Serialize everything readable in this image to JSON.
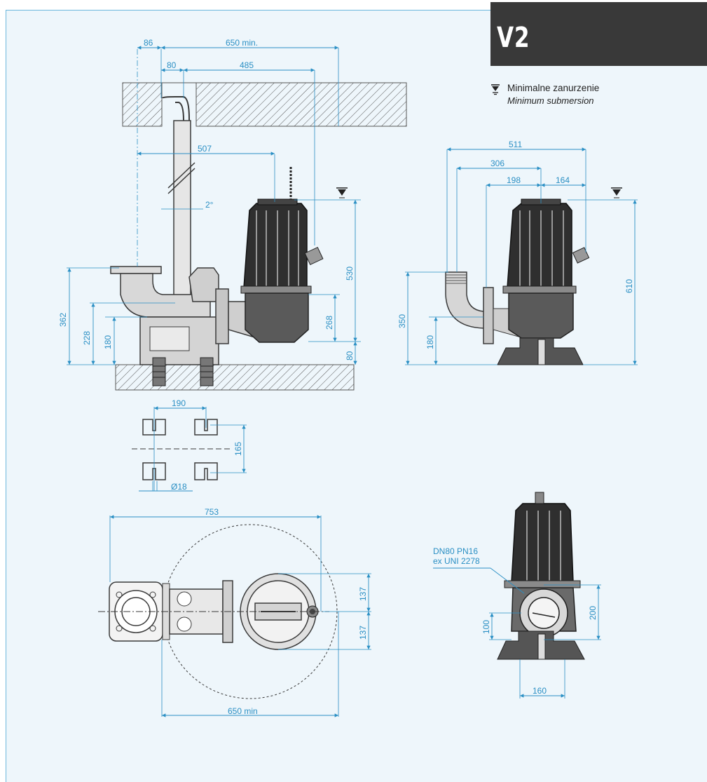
{
  "header": {
    "title": "V2"
  },
  "legend": {
    "symbol": "minimum-submersion-symbol",
    "label_pl": "Minimalne zanurzenie",
    "label_en": "Minimum submersion"
  },
  "side_view": {
    "dims": {
      "d86": "86",
      "d650min": "650 min.",
      "d80top": "80",
      "d485": "485",
      "d507": "507",
      "d2deg": "2°",
      "d530": "530",
      "d362": "362",
      "d228": "228",
      "d180": "180",
      "d268": "268",
      "d80bottom": "80"
    }
  },
  "front_view": {
    "dims": {
      "d511": "511",
      "d306": "306",
      "d198": "198",
      "d164": "164",
      "d610": "610",
      "d350": "350",
      "d180": "180"
    }
  },
  "footprint": {
    "dims": {
      "d190": "190",
      "d165": "165",
      "dia18": "Ø18"
    }
  },
  "plan_view": {
    "dims": {
      "d753": "753",
      "d137a": "137",
      "d137b": "137",
      "d650min": "650 min"
    }
  },
  "flange_view": {
    "flange_label_1": "DN80 PN16",
    "flange_label_2": "ex UNI 2278",
    "dims": {
      "d200": "200",
      "d100": "100",
      "d160": "160"
    }
  },
  "colors": {
    "dimension": "#2a8fc4",
    "drawing": "#3a3a3a",
    "header_bg": "#393939",
    "page_bg": "#eef6fb"
  }
}
